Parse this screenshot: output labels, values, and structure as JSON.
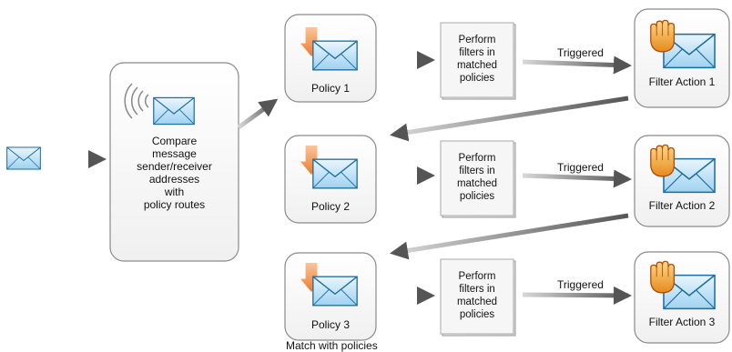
{
  "compare_node": {
    "lines": [
      "Compare",
      "message",
      "sender/receiver",
      "addresses",
      "with",
      "policy routes"
    ]
  },
  "policies": [
    {
      "label": "Policy 1",
      "filter_text": [
        "Perform",
        "filters in",
        "matched",
        "policies"
      ],
      "triggered": "Triggered",
      "action": "Filter Action 1"
    },
    {
      "label": "Policy 2",
      "filter_text": [
        "Perform",
        "filters in",
        "matched",
        "policies"
      ],
      "triggered": "Triggered",
      "action": "Filter Action 2"
    },
    {
      "label": "Policy 3",
      "filter_text": [
        "Perform",
        "filters in",
        "matched",
        "policies"
      ],
      "triggered": "Triggered",
      "action": "Filter Action 3"
    }
  ],
  "caption": "Match with policies",
  "icons": [
    "envelope-icon",
    "wireless-signal-icon",
    "down-arrow-icon",
    "stop-hand-icon"
  ],
  "colors": {
    "envelope_fill": "#bfe3f7",
    "envelope_stroke": "#1f6ea0",
    "node_border": "#8a8a8a",
    "arrow_orange": "#f08a3c",
    "hand_orange": "#f0a030"
  }
}
